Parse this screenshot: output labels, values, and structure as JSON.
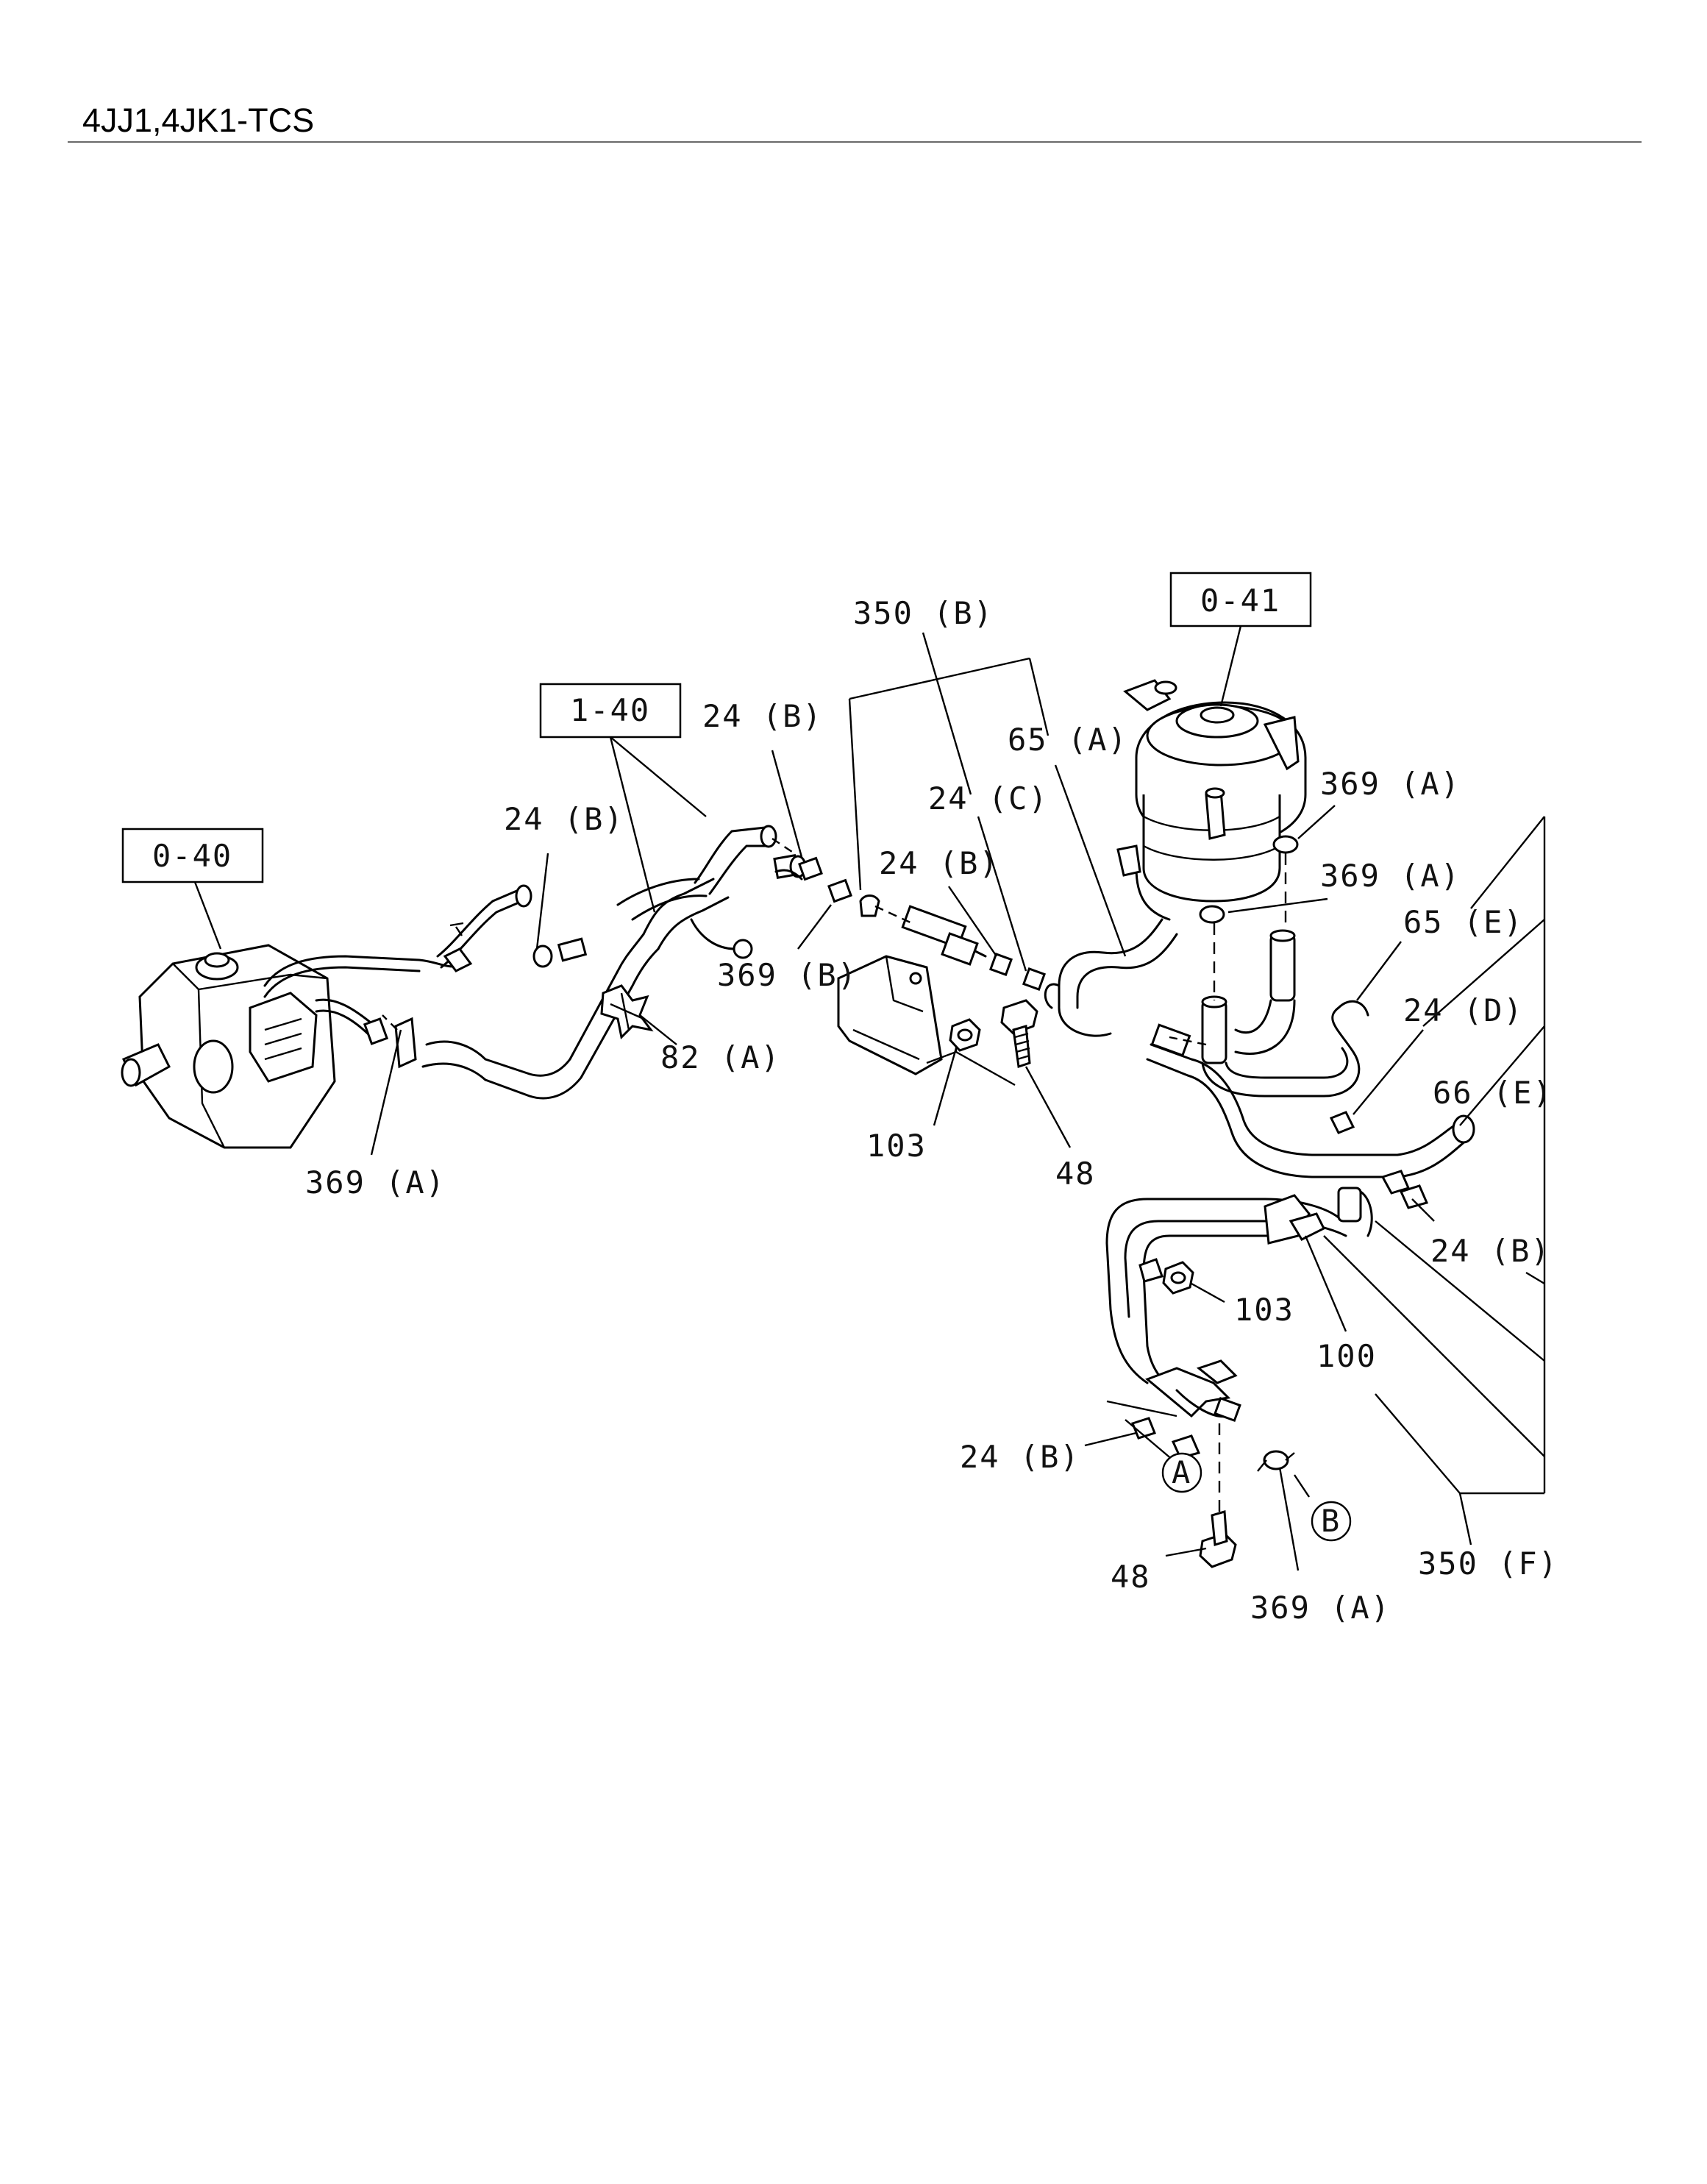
{
  "header": {
    "title": "4JJ1,4JK1-TCS"
  },
  "refs": [
    {
      "id": "ref-0-40",
      "text": "0-40"
    },
    {
      "id": "ref-1-40",
      "text": "1-40"
    },
    {
      "id": "ref-0-41",
      "text": "0-41"
    }
  ],
  "callouts": {
    "c350b": "350 (B)",
    "c24b_1": "24 (B)",
    "c65a": "65 (A)",
    "c24c": "24 (C)",
    "c24b_2": "24 (B)",
    "c24b_3": "24 (B)",
    "c369a_1": "369 (A)",
    "c369a_2": "369 (A)",
    "c65e": "65 (E)",
    "c369b": "369 (B)",
    "c24d": "24 (D)",
    "c66e": "66 (E)",
    "c82a": "82 (A)",
    "c103_1": "103",
    "c48_1": "48",
    "c369a_3": "369 (A)",
    "c24b_4": "24 (B)",
    "c103_2": "103",
    "c100": "100",
    "c24b_5": "24 (B)",
    "c350f": "350 (F)",
    "c48_2": "48",
    "c369a_4": "369 (A)",
    "markA": "A",
    "markB": "B"
  }
}
